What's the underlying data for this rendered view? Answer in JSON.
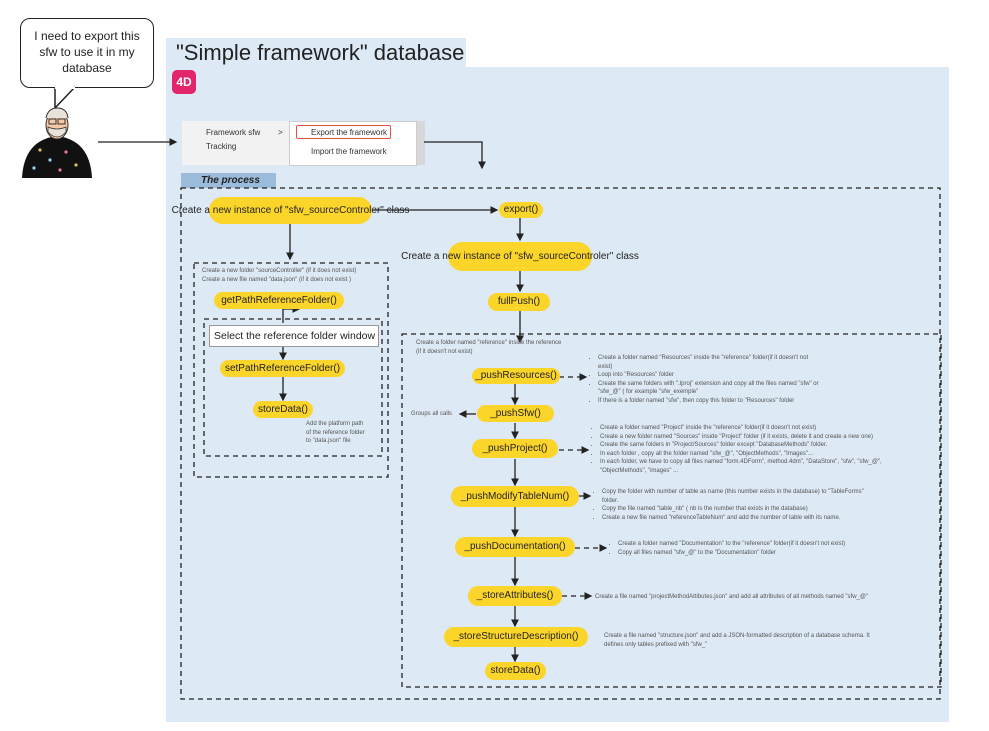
{
  "title": "\"Simple framework\" database",
  "logo_text": "4D",
  "speech_bubble": "I need to export this sfw to use it in my database",
  "menu": {
    "left_items": [
      "Framework sfw",
      "Tracking"
    ],
    "submenu_arrow": ">",
    "right_items": [
      "Export the framework",
      "Import the framework"
    ]
  },
  "process_label": "The process",
  "nodes": {
    "create_instance_left": "Create a new instance of \"sfw_sourceControler\" class",
    "get_path": "getPathReferenceFolder()",
    "select_window": "Select the reference folder window",
    "set_path": "setPathReferenceFolder()",
    "store_data_left": "storeData()",
    "export": "export()",
    "create_instance_right": "Create a new instance of \"sfw_sourceControler\" class",
    "full_push": "fullPush()",
    "push_resources": "_pushResources()",
    "push_sfw": "_pushSfw()",
    "push_project": "_pushProject()",
    "push_modify": "_pushModifyTableNum()",
    "push_documentation": "_pushDocumentation()",
    "store_attributes": "_storeAttributes()",
    "store_structure": "_storeStructureDescription()",
    "store_data_right": "storeData()"
  },
  "notes": {
    "left_top": [
      "Create a new folder \"sourceController\" (if it does not exist)",
      "Create a new file named \"data.json\" (if it does not exist )"
    ],
    "left_store": [
      "Add the platform path",
      "of the reference folder",
      "to \"data.json\" file"
    ],
    "reference": [
      "Create a folder named \"reference\" inside the reference",
      "(if it doesn't not exist)"
    ],
    "groups": "Groups all calls",
    "resources": [
      "Create a folder named \"Resources\" inside the \"reference\" folder(if it doesn't not",
      "exist)",
      "Loop into \"Resources\" folder",
      "Create the same folders with \".lproj\" extension and copy all the files named \"sfw\" or",
      "\"sfw_@\" ( for example  \"sfw_exemple\"",
      "If there is a folder named \"sfw\", then copy this folder to \"Resources\" folder"
    ],
    "project": [
      "Create a folder named \"Project\" inside the \"reference\" folder(if it doesn't not exist)",
      "Create a new folder named \"Sources\" inside \"Project\" folder (if it exists, delete it and create a new one)",
      "Create the same folders in \"Project/Sources\" folder except \"DatabaseMethods\" folder.",
      "In each folder , copy all the folder named \"sfw_@\", \"ObjectMethods\", \"Images\"...",
      "In each folder, we have to copy all files named \"form.4DForm\", method.4dm\", \"DataStore\", \"sfw\", \"sfw_@\",",
      "\"ObjectMethods\", \"images\" ..."
    ],
    "modify": [
      "Copy the folder with number of table as name (this number exists in the database) to \"TableForms\"",
      "folder.",
      "Copy the file named \"table_nb\" ( nb is the number that exists in the database)",
      "Create a new file named \"referenceTableNum\" and add the number of table with its name."
    ],
    "documentation": [
      "Create a folder named \"Documentation\" to the \"reference\" folder(if it doesn't not exist)",
      "Copy all files named \"sfw_@\" to the \"Documentation\" folder"
    ],
    "attributes": "Create a file named \"projectMethodAttibutes.json\" and add all attributes of all methods named \"sfw_@\"",
    "structure": [
      "Create a file named \"structure.json\" and add a JSON-formatted description of a database schema. It",
      "defines only tables prefixed with \"sfw_\""
    ]
  },
  "colors": {
    "panel": "#dde9f5",
    "pill": "#fbd52a",
    "process_label_bg": "#9cbcdb",
    "logo": "#e3256b",
    "highlight": "#e0533a"
  }
}
